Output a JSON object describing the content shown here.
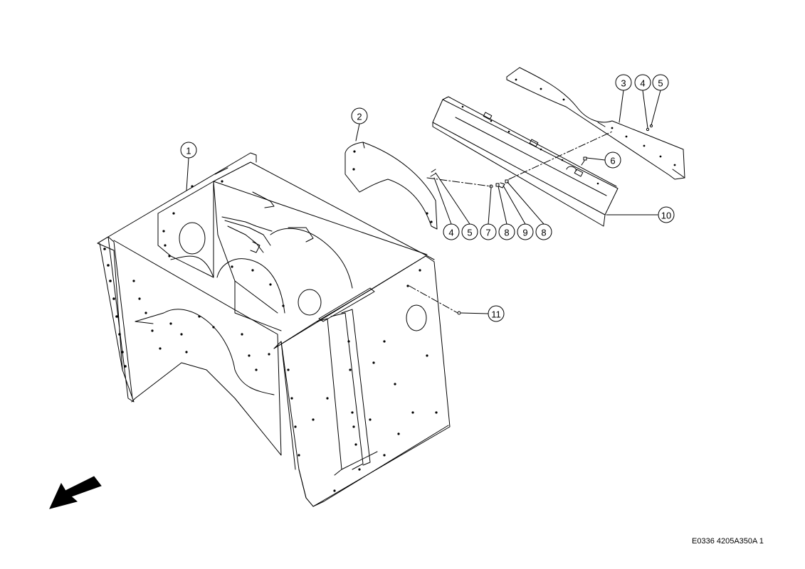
{
  "diagram": {
    "reference_code": "E0336 4205A350A 1",
    "callouts": [
      {
        "id": "c1",
        "label": "1"
      },
      {
        "id": "c2",
        "label": "2"
      },
      {
        "id": "c3",
        "label": "3"
      },
      {
        "id": "c4a",
        "label": "4"
      },
      {
        "id": "c5a",
        "label": "5"
      },
      {
        "id": "c4b",
        "label": "4"
      },
      {
        "id": "c5b",
        "label": "5"
      },
      {
        "id": "c6",
        "label": "6"
      },
      {
        "id": "c7",
        "label": "7"
      },
      {
        "id": "c8a",
        "label": "8"
      },
      {
        "id": "c9",
        "label": "9"
      },
      {
        "id": "c8b",
        "label": "8"
      },
      {
        "id": "c10",
        "label": "10"
      },
      {
        "id": "c11",
        "label": "11"
      }
    ],
    "direction_indicator": "arrow-down-left-icon",
    "line_color": "#000000",
    "background_color": "#ffffff"
  }
}
